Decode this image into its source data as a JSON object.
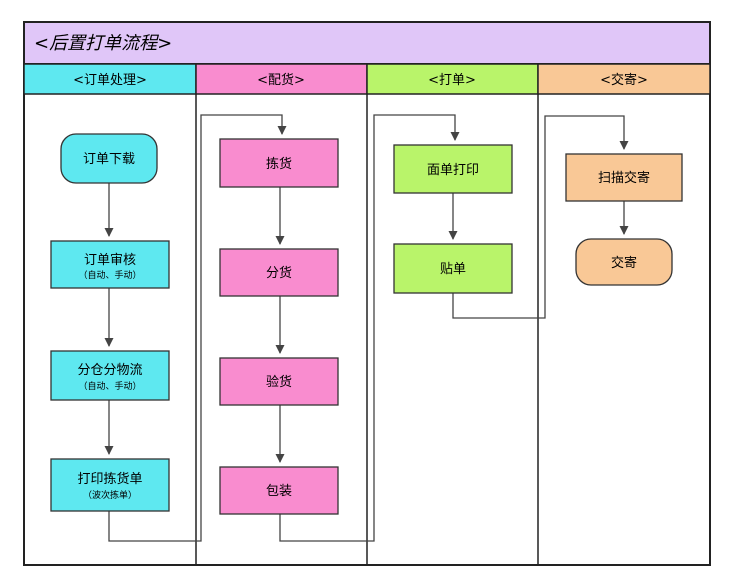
{
  "diagram": {
    "title": "<后置打单流程>",
    "colors": {
      "title_bg": "#e0c6f8",
      "lane_order": "#5ee8f0",
      "lane_pick": "#f98ccf",
      "lane_print": "#b9f46a",
      "lane_handover": "#f9c896",
      "node_cyan": "#5ee8f0",
      "node_pink": "#f98ccf",
      "node_green": "#b9f46a",
      "node_orange": "#f9c896",
      "border": "#333333"
    },
    "lanes": [
      {
        "id": "order",
        "label": "<订单处理>"
      },
      {
        "id": "pick",
        "label": "<配货>"
      },
      {
        "id": "print",
        "label": "<打单>"
      },
      {
        "id": "handover",
        "label": "<交寄>"
      }
    ],
    "nodes": {
      "order_download": {
        "label": "订单下载"
      },
      "order_review": {
        "label": "订单审核",
        "sub": "（自动、手动）"
      },
      "warehouse_split": {
        "label": "分仓分物流",
        "sub": "（自动、手动）"
      },
      "print_pick_list": {
        "label": "打印拣货单",
        "sub": "（波次拣单）"
      },
      "picking": {
        "label": "拣货"
      },
      "sorting": {
        "label": "分货"
      },
      "inspection": {
        "label": "验货"
      },
      "packing": {
        "label": "包装"
      },
      "print_waybill": {
        "label": "面单打印"
      },
      "attach_label": {
        "label": "贴单"
      },
      "scan_handover": {
        "label": "扫描交寄"
      },
      "handover": {
        "label": "交寄"
      }
    }
  }
}
